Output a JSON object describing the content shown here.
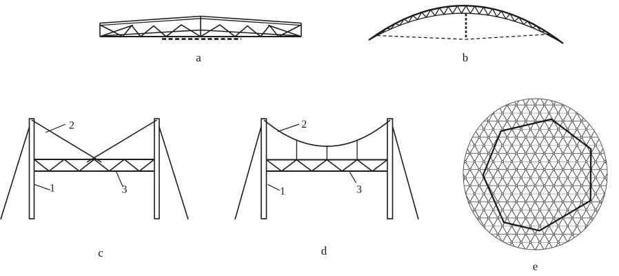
{
  "colors": {
    "ink": "#1c1c1c",
    "paper": "#ffffff",
    "mesh_line": "#333333"
  },
  "diagrams": {
    "a": {
      "label": "a"
    },
    "b": {
      "label": "b"
    },
    "c": {
      "label": "c",
      "parts": {
        "pylon": "1",
        "stay_cable": "2",
        "deck_truss": "3"
      }
    },
    "d": {
      "label": "d",
      "parts": {
        "pylon": "1",
        "suspension_cable": "2",
        "deck_truss": "3"
      }
    },
    "e": {
      "label": "e"
    }
  }
}
